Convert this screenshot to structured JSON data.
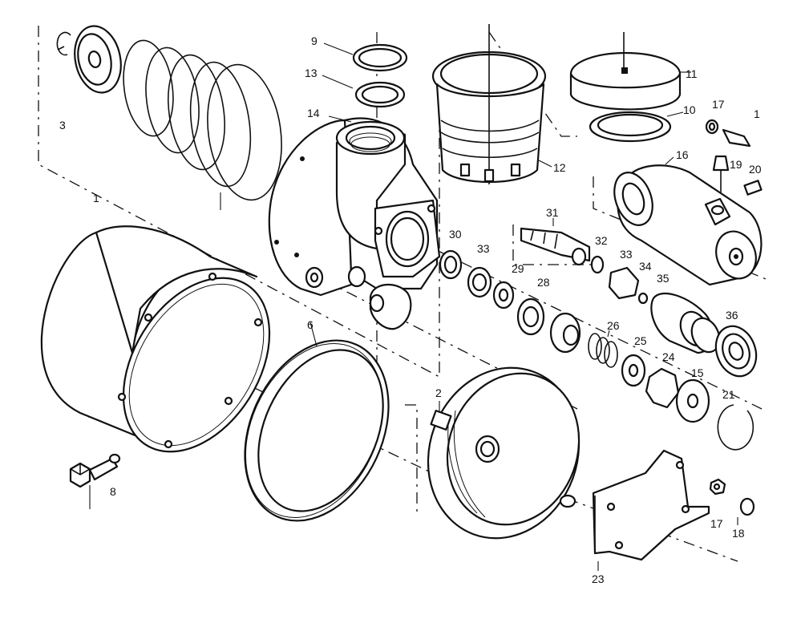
{
  "diagram": {
    "callouts": {
      "c1": "1",
      "c2": "2",
      "c3": "3",
      "c6": "6",
      "c8": "8",
      "c9": "9",
      "c10": "10",
      "c11": "11",
      "c12": "12",
      "c13": "13",
      "c14": "14",
      "c15": "15",
      "c16": "16",
      "c17a": "17",
      "c17b": "17",
      "c18a": "1",
      "c18b": "18",
      "c19": "19",
      "c20": "20",
      "c21": "21",
      "c23": "23",
      "c24": "24",
      "c25": "25",
      "c26": "26",
      "c28": "28",
      "c29": "29",
      "c30": "30",
      "c31": "31",
      "c32": "32",
      "c33a": "33",
      "c33b": "33",
      "c34": "34",
      "c35": "35",
      "c36": "36"
    }
  }
}
